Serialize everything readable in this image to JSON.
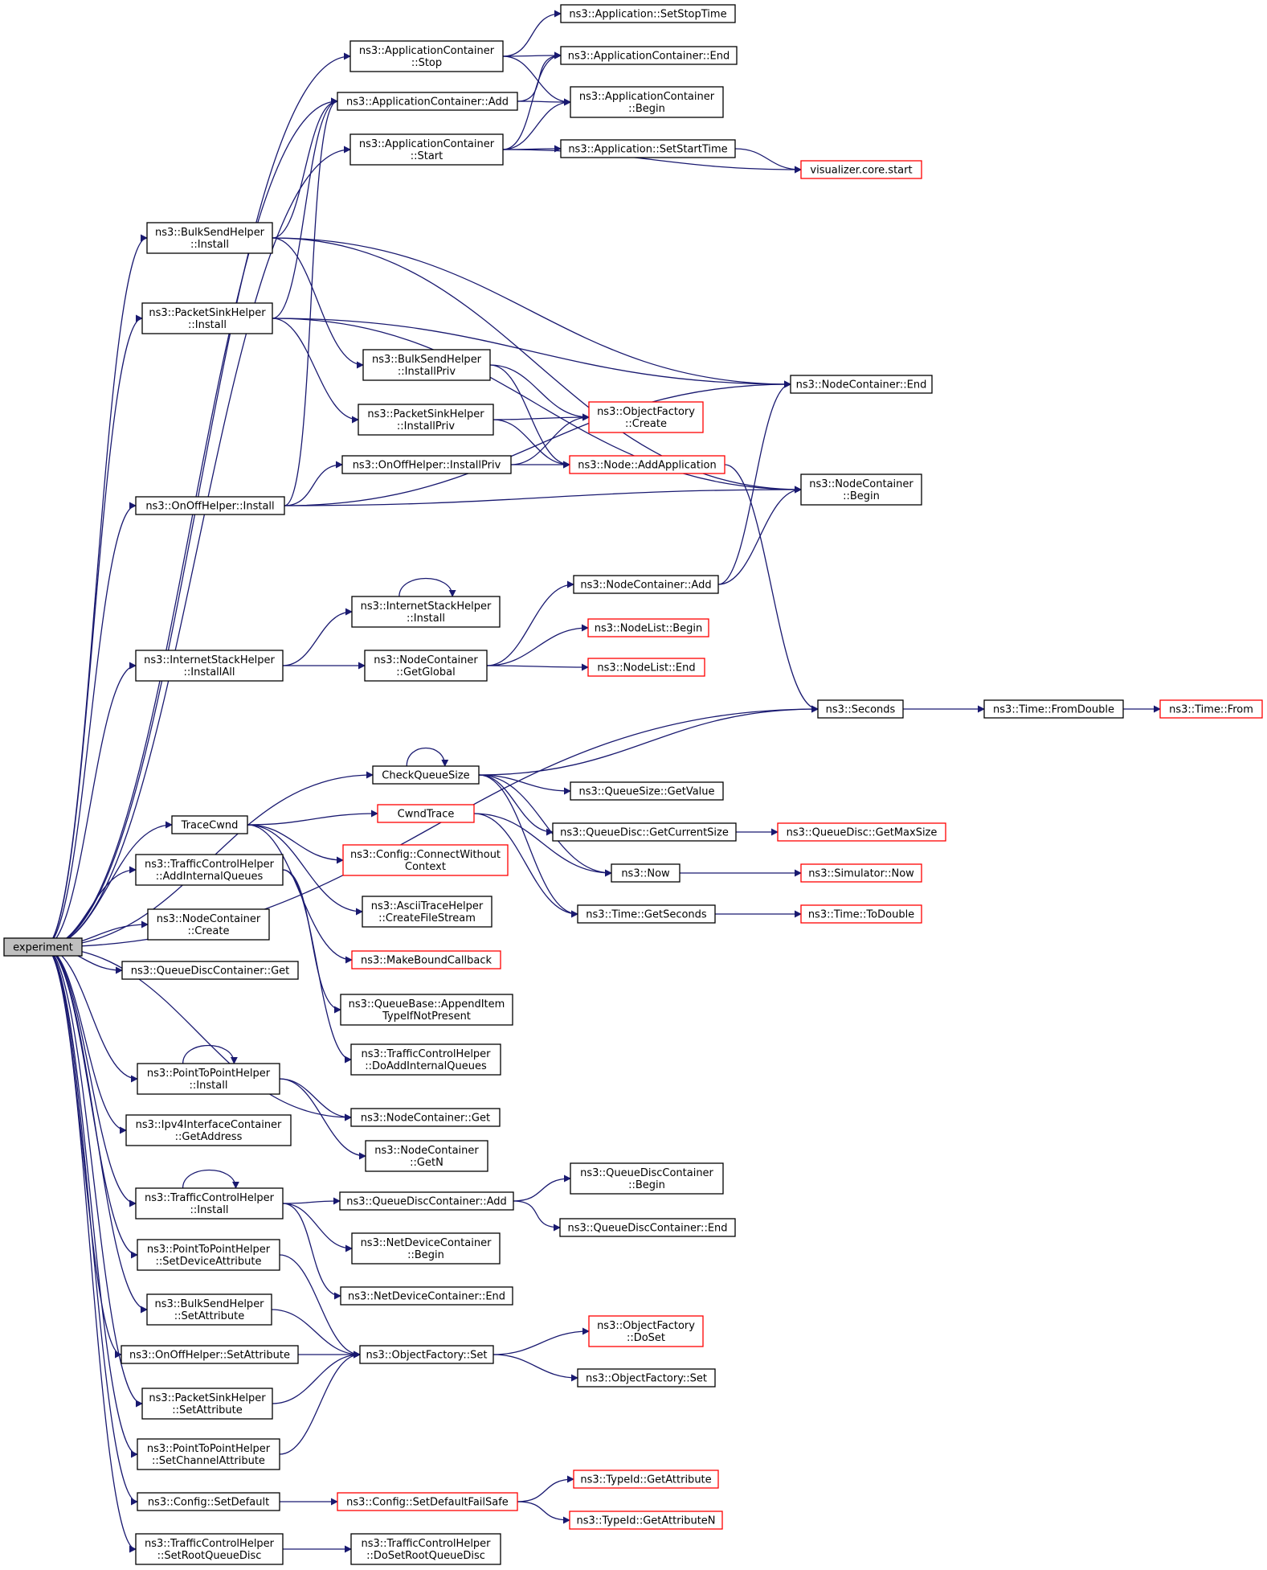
{
  "colors": {
    "edge": "#191970",
    "node_border": "#000000",
    "node_border_external": "#ff0000",
    "root_fill": "#bfbfbf",
    "node_fill": "#ffffff"
  },
  "nodes": [
    {
      "id": "experiment",
      "lines": [
        "experiment"
      ],
      "kind": "root"
    },
    {
      "id": "appc_stop",
      "lines": [
        "ns3::ApplicationContainer",
        "::Stop"
      ],
      "kind": "normal"
    },
    {
      "id": "app_setstoptime",
      "lines": [
        "ns3::Application::SetStopTime"
      ],
      "kind": "normal"
    },
    {
      "id": "appc_end",
      "lines": [
        "ns3::ApplicationContainer::End"
      ],
      "kind": "normal"
    },
    {
      "id": "appc_add",
      "lines": [
        "ns3::ApplicationContainer::Add"
      ],
      "kind": "normal"
    },
    {
      "id": "appc_begin",
      "lines": [
        "ns3::ApplicationContainer",
        "::Begin"
      ],
      "kind": "normal"
    },
    {
      "id": "appc_start",
      "lines": [
        "ns3::ApplicationContainer",
        "::Start"
      ],
      "kind": "normal"
    },
    {
      "id": "app_setstarttime",
      "lines": [
        "ns3::Application::SetStartTime"
      ],
      "kind": "normal"
    },
    {
      "id": "viz_start",
      "lines": [
        "visualizer.core.start"
      ],
      "kind": "external"
    },
    {
      "id": "bulk_install",
      "lines": [
        "ns3::BulkSendHelper",
        "::Install"
      ],
      "kind": "normal"
    },
    {
      "id": "sink_install",
      "lines": [
        "ns3::PacketSinkHelper",
        "::Install"
      ],
      "kind": "normal"
    },
    {
      "id": "bulk_installpriv",
      "lines": [
        "ns3::BulkSendHelper",
        "::InstallPriv"
      ],
      "kind": "normal"
    },
    {
      "id": "nc_end",
      "lines": [
        "ns3::NodeContainer::End"
      ],
      "kind": "normal"
    },
    {
      "id": "sink_installpriv",
      "lines": [
        "ns3::PacketSinkHelper",
        "::InstallPriv"
      ],
      "kind": "normal"
    },
    {
      "id": "of_create",
      "lines": [
        "ns3::ObjectFactory",
        "::Create"
      ],
      "kind": "external"
    },
    {
      "id": "onoff_installpriv",
      "lines": [
        "ns3::OnOffHelper::InstallPriv"
      ],
      "kind": "normal"
    },
    {
      "id": "node_addapp",
      "lines": [
        "ns3::Node::AddApplication"
      ],
      "kind": "external"
    },
    {
      "id": "nc_begin",
      "lines": [
        "ns3::NodeContainer",
        "::Begin"
      ],
      "kind": "normal"
    },
    {
      "id": "onoff_install",
      "lines": [
        "ns3::OnOffHelper::Install"
      ],
      "kind": "normal"
    },
    {
      "id": "nc_add",
      "lines": [
        "ns3::NodeContainer::Add"
      ],
      "kind": "normal"
    },
    {
      "id": "ish_install",
      "lines": [
        "ns3::InternetStackHelper",
        "::Install"
      ],
      "kind": "normal"
    },
    {
      "id": "nl_begin",
      "lines": [
        "ns3::NodeList::Begin"
      ],
      "kind": "external"
    },
    {
      "id": "ish_installall",
      "lines": [
        "ns3::InternetStackHelper",
        "::InstallAll"
      ],
      "kind": "normal"
    },
    {
      "id": "nc_getglobal",
      "lines": [
        "ns3::NodeContainer",
        "::GetGlobal"
      ],
      "kind": "normal"
    },
    {
      "id": "nl_end",
      "lines": [
        "ns3::NodeList::End"
      ],
      "kind": "external"
    },
    {
      "id": "seconds",
      "lines": [
        "ns3::Seconds"
      ],
      "kind": "normal"
    },
    {
      "id": "time_fromdouble",
      "lines": [
        "ns3::Time::FromDouble"
      ],
      "kind": "normal"
    },
    {
      "id": "time_from",
      "lines": [
        "ns3::Time::From"
      ],
      "kind": "external"
    },
    {
      "id": "checkqueuesize",
      "lines": [
        "CheckQueueSize"
      ],
      "kind": "normal"
    },
    {
      "id": "qs_getvalue",
      "lines": [
        "ns3::QueueSize::GetValue"
      ],
      "kind": "normal"
    },
    {
      "id": "tracecwnd",
      "lines": [
        "TraceCwnd"
      ],
      "kind": "normal"
    },
    {
      "id": "cwndtrace",
      "lines": [
        "CwndTrace"
      ],
      "kind": "external"
    },
    {
      "id": "qd_getcurrentsize",
      "lines": [
        "ns3::QueueDisc::GetCurrentSize"
      ],
      "kind": "normal"
    },
    {
      "id": "qd_getmaxsize",
      "lines": [
        "ns3::QueueDisc::GetMaxSize"
      ],
      "kind": "external"
    },
    {
      "id": "tch_addinternalqueues",
      "lines": [
        "ns3::TrafficControlHelper",
        "::AddInternalQueues"
      ],
      "kind": "normal"
    },
    {
      "id": "config_connectwithout",
      "lines": [
        "ns3::Config::ConnectWithout",
        "Context"
      ],
      "kind": "external"
    },
    {
      "id": "now",
      "lines": [
        "ns3::Now"
      ],
      "kind": "normal"
    },
    {
      "id": "sim_now",
      "lines": [
        "ns3::Simulator::Now"
      ],
      "kind": "external"
    },
    {
      "id": "nc_create",
      "lines": [
        "ns3::NodeContainer",
        "::Create"
      ],
      "kind": "normal"
    },
    {
      "id": "ascii_createfilestream",
      "lines": [
        "ns3::AsciiTraceHelper",
        "::CreateFileStream"
      ],
      "kind": "normal"
    },
    {
      "id": "time_getseconds",
      "lines": [
        "ns3::Time::GetSeconds"
      ],
      "kind": "normal"
    },
    {
      "id": "time_todouble",
      "lines": [
        "ns3::Time::ToDouble"
      ],
      "kind": "external"
    },
    {
      "id": "qdc_get",
      "lines": [
        "ns3::QueueDiscContainer::Get"
      ],
      "kind": "normal"
    },
    {
      "id": "makeboundcallback",
      "lines": [
        "ns3::MakeBoundCallback"
      ],
      "kind": "external"
    },
    {
      "id": "qb_appenditem",
      "lines": [
        "ns3::QueueBase::AppendItem",
        "TypeIfNotPresent"
      ],
      "kind": "normal"
    },
    {
      "id": "tch_doaddinternalqueues",
      "lines": [
        "ns3::TrafficControlHelper",
        "::DoAddInternalQueues"
      ],
      "kind": "normal"
    },
    {
      "id": "p2p_install",
      "lines": [
        "ns3::PointToPointHelper",
        "::Install"
      ],
      "kind": "normal"
    },
    {
      "id": "nc_get",
      "lines": [
        "ns3::NodeContainer::Get"
      ],
      "kind": "normal"
    },
    {
      "id": "ipv4_getaddress",
      "lines": [
        "ns3::Ipv4InterfaceContainer",
        "::GetAddress"
      ],
      "kind": "normal"
    },
    {
      "id": "nc_getn",
      "lines": [
        "ns3::NodeContainer",
        "::GetN"
      ],
      "kind": "normal"
    },
    {
      "id": "qdc_begin",
      "lines": [
        "ns3::QueueDiscContainer",
        "::Begin"
      ],
      "kind": "normal"
    },
    {
      "id": "tch_install",
      "lines": [
        "ns3::TrafficControlHelper",
        "::Install"
      ],
      "kind": "normal"
    },
    {
      "id": "qdc_add",
      "lines": [
        "ns3::QueueDiscContainer::Add"
      ],
      "kind": "normal"
    },
    {
      "id": "qdc_end",
      "lines": [
        "ns3::QueueDiscContainer::End"
      ],
      "kind": "normal"
    },
    {
      "id": "ndc_begin",
      "lines": [
        "ns3::NetDeviceContainer",
        "::Begin"
      ],
      "kind": "normal"
    },
    {
      "id": "p2p_setdeviceattr",
      "lines": [
        "ns3::PointToPointHelper",
        "::SetDeviceAttribute"
      ],
      "kind": "normal"
    },
    {
      "id": "ndc_end",
      "lines": [
        "ns3::NetDeviceContainer::End"
      ],
      "kind": "normal"
    },
    {
      "id": "bulk_setattr",
      "lines": [
        "ns3::BulkSendHelper",
        "::SetAttribute"
      ],
      "kind": "normal"
    },
    {
      "id": "of_doset",
      "lines": [
        "ns3::ObjectFactory",
        "::DoSet"
      ],
      "kind": "external"
    },
    {
      "id": "onoff_setattr",
      "lines": [
        "ns3::OnOffHelper::SetAttribute"
      ],
      "kind": "normal"
    },
    {
      "id": "of_set",
      "lines": [
        "ns3::ObjectFactory::Set"
      ],
      "kind": "normal"
    },
    {
      "id": "of_set2",
      "lines": [
        "ns3::ObjectFactory::Set"
      ],
      "kind": "normal"
    },
    {
      "id": "sink_setattr",
      "lines": [
        "ns3::PacketSinkHelper",
        "::SetAttribute"
      ],
      "kind": "normal"
    },
    {
      "id": "p2p_setchannelattr",
      "lines": [
        "ns3::PointToPointHelper",
        "::SetChannelAttribute"
      ],
      "kind": "normal"
    },
    {
      "id": "typeid_getattr",
      "lines": [
        "ns3::TypeId::GetAttribute"
      ],
      "kind": "external"
    },
    {
      "id": "config_setdefault",
      "lines": [
        "ns3::Config::SetDefault"
      ],
      "kind": "normal"
    },
    {
      "id": "config_setdefaultfailsafe",
      "lines": [
        "ns3::Config::SetDefaultFailSafe"
      ],
      "kind": "external"
    },
    {
      "id": "typeid_getattrn",
      "lines": [
        "ns3::TypeId::GetAttributeN"
      ],
      "kind": "external"
    },
    {
      "id": "tch_setrootqueuedisc",
      "lines": [
        "ns3::TrafficControlHelper",
        "::SetRootQueueDisc"
      ],
      "kind": "normal"
    },
    {
      "id": "tch_dosetrootqueuedisc",
      "lines": [
        "ns3::TrafficControlHelper",
        "::DoSetRootQueueDisc"
      ],
      "kind": "normal"
    }
  ],
  "edges": [
    [
      "experiment",
      "appc_stop"
    ],
    [
      "experiment",
      "appc_add"
    ],
    [
      "experiment",
      "appc_start"
    ],
    [
      "experiment",
      "bulk_install"
    ],
    [
      "experiment",
      "sink_install"
    ],
    [
      "experiment",
      "onoff_install"
    ],
    [
      "experiment",
      "ish_installall"
    ],
    [
      "experiment",
      "seconds"
    ],
    [
      "experiment",
      "checkqueuesize"
    ],
    [
      "experiment",
      "tracecwnd"
    ],
    [
      "experiment",
      "tch_addinternalqueues"
    ],
    [
      "experiment",
      "nc_create"
    ],
    [
      "experiment",
      "qdc_get"
    ],
    [
      "experiment",
      "p2p_install"
    ],
    [
      "experiment",
      "nc_get"
    ],
    [
      "experiment",
      "ipv4_getaddress"
    ],
    [
      "experiment",
      "tch_install"
    ],
    [
      "experiment",
      "p2p_setdeviceattr"
    ],
    [
      "experiment",
      "bulk_setattr"
    ],
    [
      "experiment",
      "onoff_setattr"
    ],
    [
      "experiment",
      "sink_setattr"
    ],
    [
      "experiment",
      "p2p_setchannelattr"
    ],
    [
      "experiment",
      "config_setdefault"
    ],
    [
      "experiment",
      "tch_setrootqueuedisc"
    ],
    [
      "appc_stop",
      "app_setstoptime"
    ],
    [
      "appc_stop",
      "appc_end"
    ],
    [
      "appc_stop",
      "appc_begin"
    ],
    [
      "appc_add",
      "appc_end"
    ],
    [
      "appc_add",
      "appc_begin"
    ],
    [
      "appc_start",
      "appc_end"
    ],
    [
      "appc_start",
      "appc_begin"
    ],
    [
      "appc_start",
      "app_setstarttime"
    ],
    [
      "appc_start",
      "viz_start"
    ],
    [
      "app_setstarttime",
      "viz_start"
    ],
    [
      "bulk_install",
      "appc_add"
    ],
    [
      "bulk_install",
      "nc_end"
    ],
    [
      "bulk_install",
      "nc_begin"
    ],
    [
      "bulk_install",
      "bulk_installpriv"
    ],
    [
      "sink_install",
      "appc_add"
    ],
    [
      "sink_install",
      "nc_end"
    ],
    [
      "sink_install",
      "nc_begin"
    ],
    [
      "sink_install",
      "sink_installpriv"
    ],
    [
      "bulk_installpriv",
      "of_create"
    ],
    [
      "bulk_installpriv",
      "node_addapp"
    ],
    [
      "sink_installpriv",
      "of_create"
    ],
    [
      "sink_installpriv",
      "node_addapp"
    ],
    [
      "onoff_installpriv",
      "of_create"
    ],
    [
      "onoff_installpriv",
      "node_addapp"
    ],
    [
      "node_addapp",
      "seconds"
    ],
    [
      "onoff_install",
      "appc_add"
    ],
    [
      "onoff_install",
      "onoff_installpriv"
    ],
    [
      "onoff_install",
      "nc_end"
    ],
    [
      "onoff_install",
      "nc_begin"
    ],
    [
      "nc_add",
      "nc_end"
    ],
    [
      "nc_add",
      "nc_begin"
    ],
    [
      "ish_install",
      "ish_install"
    ],
    [
      "ish_installall",
      "ish_install"
    ],
    [
      "ish_installall",
      "nc_getglobal"
    ],
    [
      "nc_getglobal",
      "nc_add"
    ],
    [
      "nc_getglobal",
      "nl_begin"
    ],
    [
      "nc_getglobal",
      "nl_end"
    ],
    [
      "seconds",
      "time_fromdouble"
    ],
    [
      "time_fromdouble",
      "time_from"
    ],
    [
      "checkqueuesize",
      "checkqueuesize"
    ],
    [
      "checkqueuesize",
      "seconds"
    ],
    [
      "checkqueuesize",
      "qs_getvalue"
    ],
    [
      "checkqueuesize",
      "qd_getcurrentsize"
    ],
    [
      "checkqueuesize",
      "now"
    ],
    [
      "checkqueuesize",
      "time_getseconds"
    ],
    [
      "qd_getcurrentsize",
      "qd_getmaxsize"
    ],
    [
      "tracecwnd",
      "cwndtrace"
    ],
    [
      "tracecwnd",
      "config_connectwithout"
    ],
    [
      "tracecwnd",
      "ascii_createfilestream"
    ],
    [
      "tracecwnd",
      "makeboundcallback"
    ],
    [
      "cwndtrace",
      "now"
    ],
    [
      "cwndtrace",
      "time_getseconds"
    ],
    [
      "now",
      "sim_now"
    ],
    [
      "time_getseconds",
      "time_todouble"
    ],
    [
      "tch_addinternalqueues",
      "qb_appenditem"
    ],
    [
      "tch_addinternalqueues",
      "tch_doaddinternalqueues"
    ],
    [
      "p2p_install",
      "p2p_install"
    ],
    [
      "p2p_install",
      "nc_get"
    ],
    [
      "p2p_install",
      "nc_getn"
    ],
    [
      "tch_install",
      "tch_install"
    ],
    [
      "tch_install",
      "qdc_add"
    ],
    [
      "tch_install",
      "ndc_begin"
    ],
    [
      "tch_install",
      "ndc_end"
    ],
    [
      "qdc_add",
      "qdc_begin"
    ],
    [
      "qdc_add",
      "qdc_end"
    ],
    [
      "p2p_setdeviceattr",
      "of_set"
    ],
    [
      "bulk_setattr",
      "of_set"
    ],
    [
      "onoff_setattr",
      "of_set"
    ],
    [
      "sink_setattr",
      "of_set"
    ],
    [
      "p2p_setchannelattr",
      "of_set"
    ],
    [
      "of_set",
      "of_doset"
    ],
    [
      "of_set",
      "of_set2"
    ],
    [
      "config_setdefault",
      "config_setdefaultfailsafe"
    ],
    [
      "config_setdefaultfailsafe",
      "typeid_getattr"
    ],
    [
      "config_setdefaultfailsafe",
      "typeid_getattrn"
    ],
    [
      "tch_setrootqueuedisc",
      "tch_dosetrootqueuedisc"
    ]
  ]
}
